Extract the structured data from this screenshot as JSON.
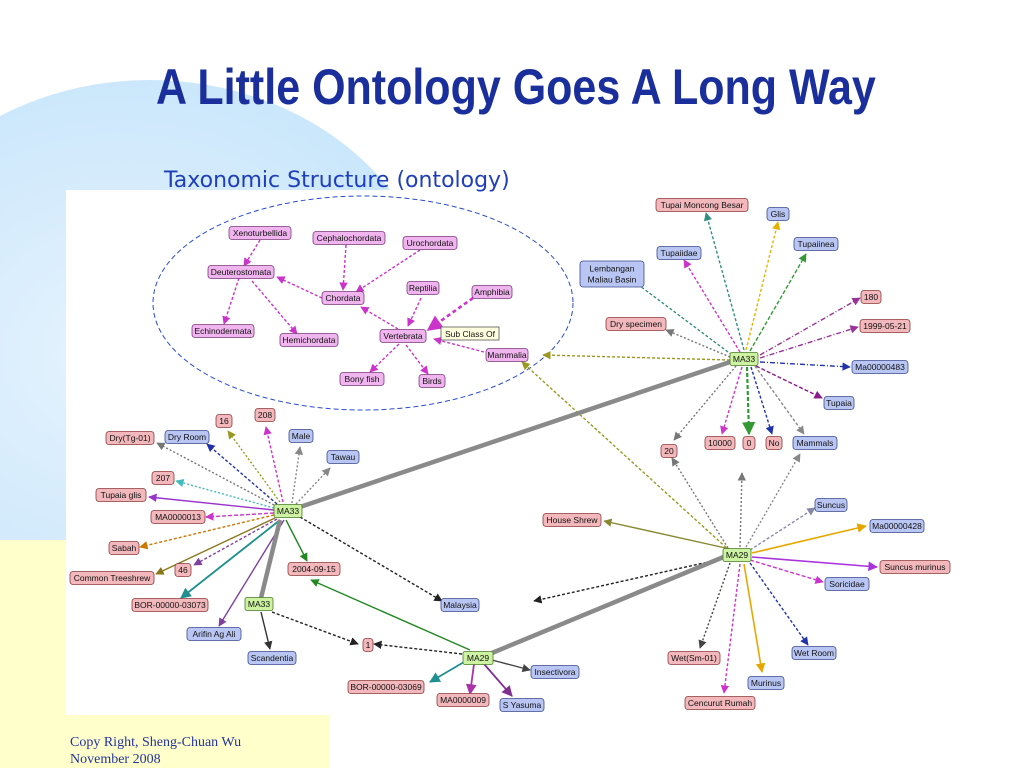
{
  "slide": {
    "title": "A Little Ontology Goes A Long Way",
    "subtitle": "Taxonomic Structure (ontology)",
    "footer_line1": "Copy Right, Sheng-Chuan Wu",
    "footer_line2": "November 2008"
  },
  "colors": {
    "title": "#1a2f9c",
    "ontology_node": "#f0b4ee",
    "instance_node": "#f2b8bc",
    "class_node": "#b9c6f4",
    "hub_node": "#ccf2a2",
    "ellipse": "#2a4bd0"
  },
  "annotation": "Sub Class Of",
  "nodes": {
    "xenoturbellida": "Xenoturbellida",
    "cephalochordata": "Cephalochordata",
    "urochordata": "Urochordata",
    "deuterostomata": "Deuterostomata",
    "chordata": "Chordata",
    "reptilia": "Reptilia",
    "amphibia": "Amphibia",
    "echinodermata": "Echinodermata",
    "hemichordata": "Hemichordata",
    "vertebrata": "Vertebrata",
    "mammalia": "Mammalia",
    "bony_fish": "Bony fish",
    "birds": "Birds",
    "tupai_moncong_besar": "Tupai Moncong Besar",
    "glis": "Glis",
    "tupaiidae": "Tupaiidae",
    "tupaiinea": "Tupaiinea",
    "lembangan": "Lembangan",
    "maliau_basin": "Maliau Basin",
    "n180": "180",
    "dry_specimen": "Dry specimen",
    "d1999": "1999-05-21",
    "ma33_top": "MA33",
    "ma00000483": "Ma00000483",
    "tupaia": "Tupaia",
    "n20": "20",
    "n10000": "10000",
    "n0": "0",
    "no": "No",
    "mammals": "Mammals",
    "n208": "208",
    "n16": "16",
    "male": "Male",
    "dry_tg01": "Dry(Tg-01)",
    "dry_room": "Dry Room",
    "tawau": "Tawau",
    "n207": "207",
    "tupaia_glis": "Tupaia glis",
    "ma33_left": "MA33",
    "ma0000013": "MA0000013",
    "sabah": "Sabah",
    "common_treeshrew": "Common Treeshrew",
    "n46": "46",
    "d2004": "2004-09-15",
    "bor03073": "BOR-00000-03073",
    "ma33_small": "MA33",
    "arifin": "Arifin Ag Ali",
    "malaysia": "Malaysia",
    "scandentia": "Scandentia",
    "n1": "1",
    "ma29_bottom": "MA29",
    "insectivora": "Insectivora",
    "bor03069": "BOR-00000-03069",
    "ma0000009": "MA0000009",
    "s_yasuma": "S Yasuma",
    "suncus": "Suncus",
    "house_shrew": "House Shrew",
    "ma00000428": "Ma00000428",
    "ma29_right": "MA29",
    "suncus_murinus": "Suncus murinus",
    "soricidae": "Soricidae",
    "wet_sm01": "Wet(Sm-01)",
    "wet_room": "Wet Room",
    "murinus": "Murinus",
    "cencurut_rumah": "Cencurut Rumah"
  }
}
